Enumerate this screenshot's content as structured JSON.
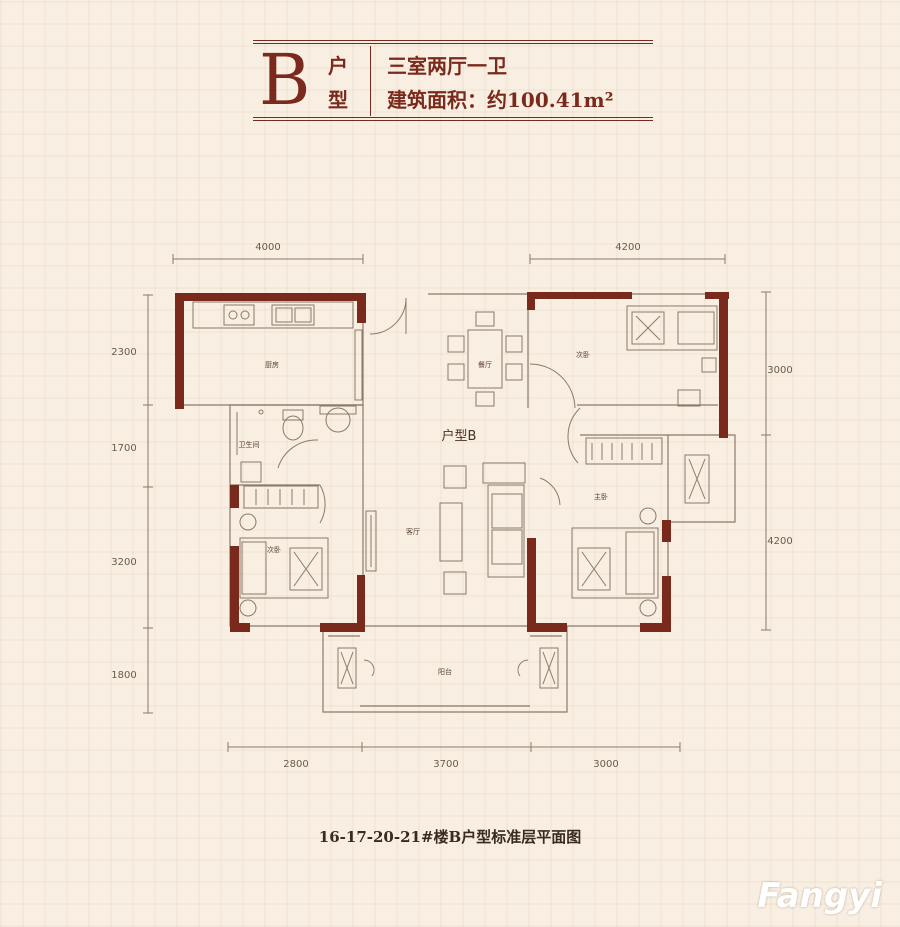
{
  "header": {
    "type_letter": "B",
    "type_char_1": "户",
    "type_char_2": "型",
    "layout": "三室两厅一卫",
    "area_label": "建筑面积：约100.41m²"
  },
  "plan": {
    "unit_label": "户型B",
    "rooms": {
      "kitchen": "厨房",
      "dining": "餐厅",
      "bedroom_2": "次卧",
      "bathroom": "卫生间",
      "living": "客厅",
      "master": "主卧",
      "bedroom_3": "次卧",
      "balcony": "阳台"
    },
    "dims_top": [
      "4000",
      "4200"
    ],
    "dims_left": [
      "2300",
      "1700",
      "3200",
      "1800"
    ],
    "dims_right": [
      "3000",
      "4200"
    ],
    "dims_bottom": [
      "2800",
      "3700",
      "3000"
    ]
  },
  "caption": "16-17-20-21#楼B户型标准层平面图",
  "watermark": "Fangyi",
  "colors": {
    "wall": "#7a2a1c",
    "line": "#8a7a6a",
    "background": "#f8efe2"
  }
}
